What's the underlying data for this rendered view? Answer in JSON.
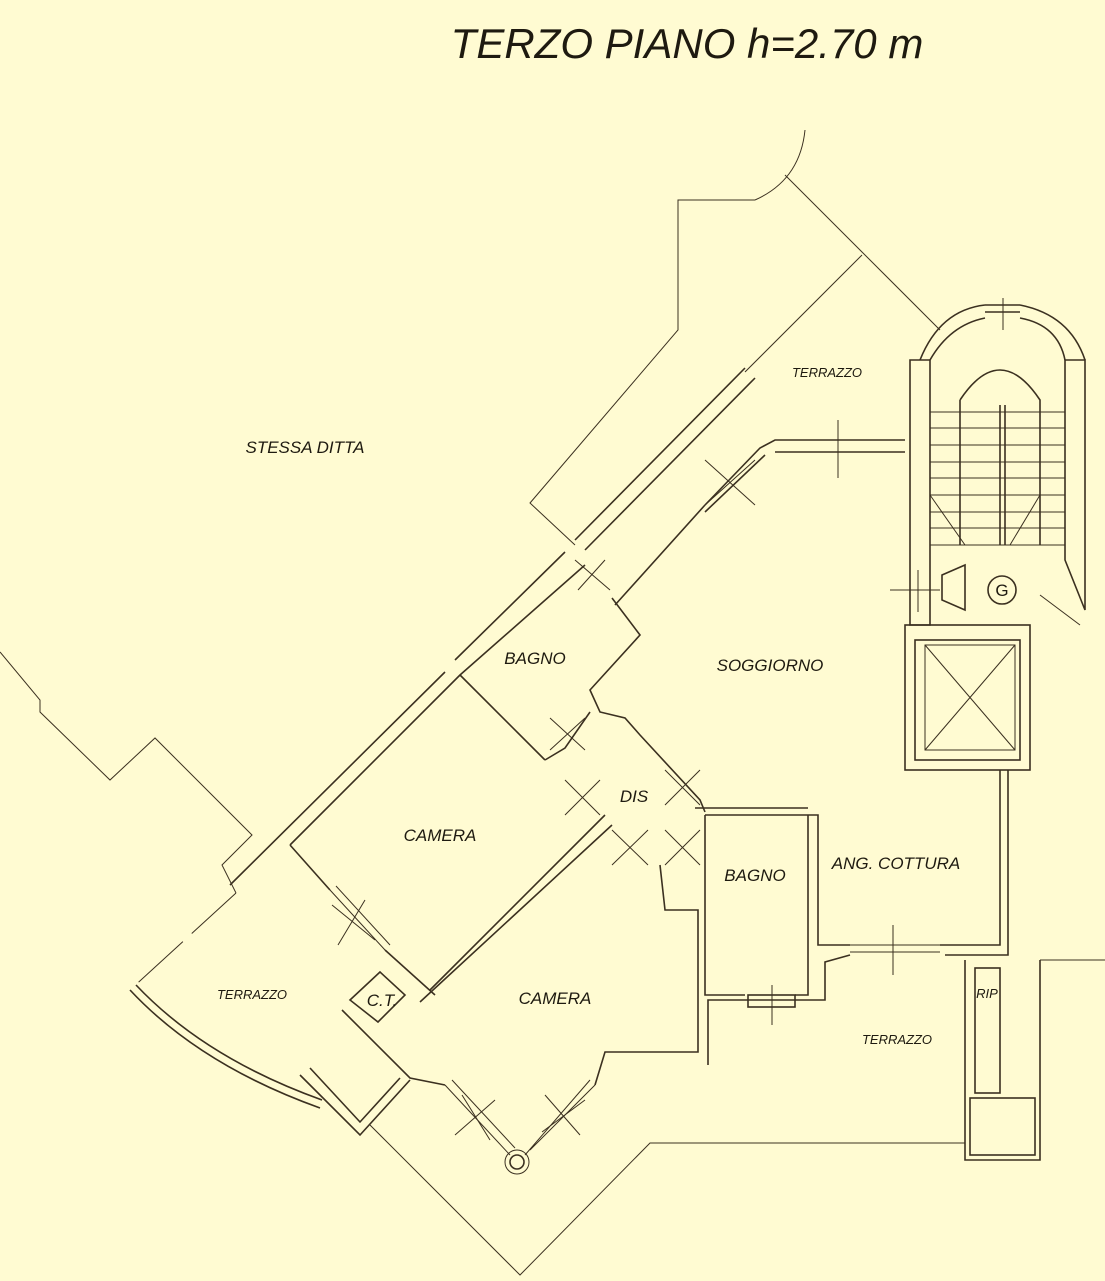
{
  "title": "TERZO PIANO h=2.70 m",
  "rooms": {
    "stessa_ditta": "STESSA DITTA",
    "terrazzo_top": "TERRAZZO",
    "terrazzo_left": "TERRAZZO",
    "terrazzo_bottom": "TERRAZZO",
    "bagno_1": "BAGNO",
    "bagno_2": "BAGNO",
    "soggiorno": "SOGGIORNO",
    "dis": "DIS",
    "camera_1": "CAMERA",
    "camera_2": "CAMERA",
    "ang_cottura": "ANG. COTTURA",
    "ct": "C.T.",
    "rip": "RIP"
  },
  "symbols": {
    "gas": "G"
  },
  "colors": {
    "background": "#fffbd2",
    "lines": "#3b3020"
  }
}
